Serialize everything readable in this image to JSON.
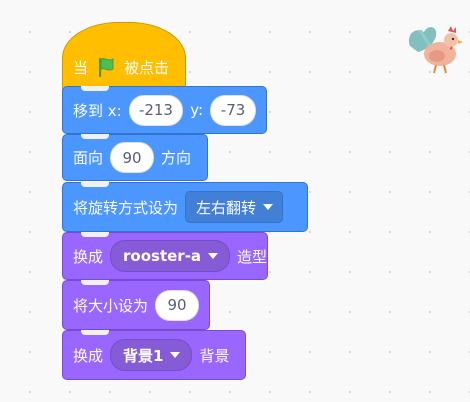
{
  "script": {
    "when_flag": {
      "prefix": "当",
      "suffix": "被点击",
      "icon": "green-flag-icon"
    },
    "goto_xy": {
      "label": "移到 x:",
      "x": "-213",
      "y_label": "y:",
      "y": "-73"
    },
    "point_direction": {
      "prefix": "面向",
      "value": "90",
      "suffix": "方向"
    },
    "rotation_style": {
      "label": "将旋转方式设为",
      "value": "左右翻转"
    },
    "switch_costume": {
      "prefix": "换成",
      "value": "rooster-a",
      "suffix": "造型"
    },
    "set_size": {
      "label": "将大小设为",
      "value": "90"
    },
    "switch_backdrop": {
      "prefix": "换成",
      "value": "背景1",
      "suffix": "背景"
    }
  },
  "sprite": {
    "icon": "rooster-sprite-icon"
  },
  "colors": {
    "events": "#FFBF00",
    "motion": "#4C97FF",
    "looks": "#9966FF",
    "flag_green": "#4CBF56"
  }
}
